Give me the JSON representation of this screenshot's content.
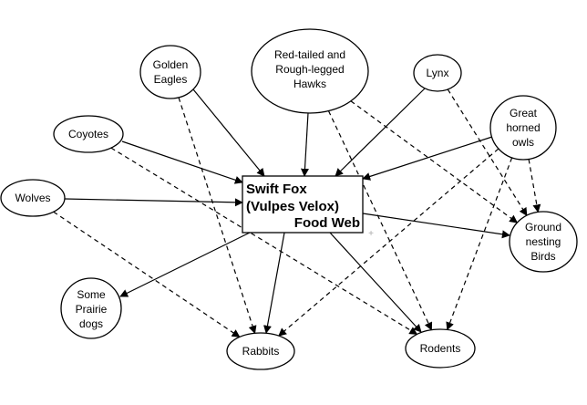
{
  "diagram": {
    "center": {
      "line1": "Swift Fox",
      "line2": "(Vulpes Velox)",
      "line3": "Food Web"
    },
    "nodes": {
      "eagles": [
        "Golden",
        "Eagles"
      ],
      "hawks": [
        "Red-tailed and",
        "Rough-legged",
        "Hawks"
      ],
      "lynx": [
        "Lynx"
      ],
      "coyotes": [
        "Coyotes"
      ],
      "owls": [
        "Great",
        "horned",
        "owls"
      ],
      "wolves": [
        "Wolves"
      ],
      "birds": [
        "Ground",
        "nesting",
        "Birds"
      ],
      "prairie": [
        "Some",
        "Prairie",
        "dogs"
      ],
      "rabbits": [
        "Rabbits"
      ],
      "rodents": [
        "Rodents"
      ]
    },
    "edges": [
      {
        "from": "eagles",
        "to": "center",
        "style": "solid"
      },
      {
        "from": "hawks",
        "to": "center",
        "style": "solid"
      },
      {
        "from": "lynx",
        "to": "center",
        "style": "solid"
      },
      {
        "from": "coyotes",
        "to": "center",
        "style": "solid"
      },
      {
        "from": "owls",
        "to": "center",
        "style": "solid"
      },
      {
        "from": "wolves",
        "to": "center",
        "style": "solid"
      },
      {
        "from": "center",
        "to": "birds",
        "style": "solid"
      },
      {
        "from": "center",
        "to": "prairie",
        "style": "solid"
      },
      {
        "from": "center",
        "to": "rabbits",
        "style": "solid"
      },
      {
        "from": "center",
        "to": "rodents",
        "style": "solid"
      },
      {
        "from": "eagles",
        "to": "rabbits",
        "style": "dashed"
      },
      {
        "from": "hawks",
        "to": "birds",
        "style": "dashed"
      },
      {
        "from": "hawks",
        "to": "rodents",
        "style": "dashed"
      },
      {
        "from": "lynx",
        "to": "birds",
        "style": "dashed"
      },
      {
        "from": "coyotes",
        "to": "rodents",
        "style": "dashed"
      },
      {
        "from": "wolves",
        "to": "rabbits",
        "style": "dashed"
      },
      {
        "from": "owls",
        "to": "birds",
        "style": "dashed"
      },
      {
        "from": "owls",
        "to": "rodents",
        "style": "dashed"
      },
      {
        "from": "owls",
        "to": "rabbits",
        "style": "dashed"
      }
    ]
  }
}
